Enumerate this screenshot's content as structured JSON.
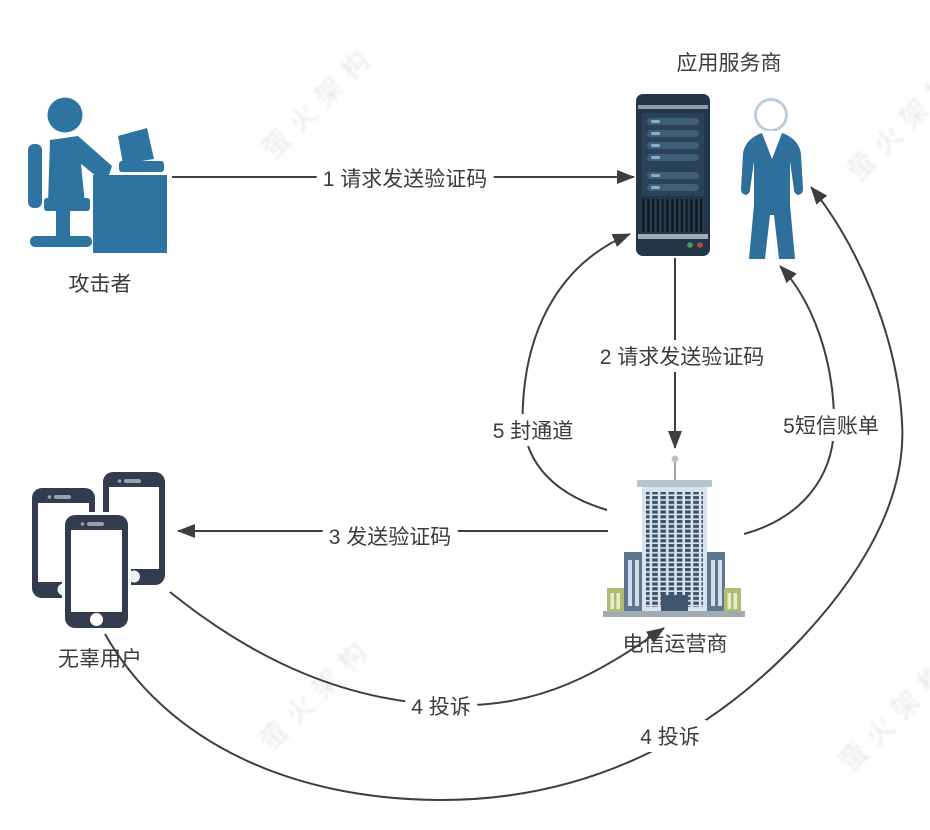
{
  "diagram": {
    "title_hint": "SMS verification code abuse flow",
    "watermark": {
      "text": "萤火架构"
    },
    "nodes": {
      "attacker": {
        "label": "攻击者",
        "icon": "person-at-desk-icon"
      },
      "app_provider": {
        "label": "应用服务商",
        "icon": "server-icon + business-person-icon"
      },
      "telecom": {
        "label": "电信运营商",
        "icon": "office-building-icon"
      },
      "users": {
        "label": "无辜用户",
        "icon": "smartphones-icon"
      }
    },
    "edges": {
      "e1": {
        "label": "1 请求发送验证码",
        "from": "attacker",
        "to": "app_provider"
      },
      "e2": {
        "label": "2 请求发送验证码",
        "from": "app_provider",
        "to": "telecom"
      },
      "e3": {
        "label": "3 发送验证码",
        "from": "telecom",
        "to": "users"
      },
      "e4a": {
        "label": "4 投诉",
        "from": "users",
        "to": "telecom"
      },
      "e4b": {
        "label": "4 投诉",
        "from": "users",
        "to": "app_provider"
      },
      "e5a": {
        "label": "5 封通道",
        "from": "telecom",
        "to": "app_provider"
      },
      "e5b": {
        "label": "5短信账单",
        "from": "telecom",
        "to": "app_provider"
      }
    },
    "colors": {
      "arrow": "#3e3e3e",
      "label_text": "#3c3c3c",
      "icon_blue": "#2e74a1",
      "server_body": "#223648",
      "server_panel": "#2b4157",
      "server_led_green": "#44a054",
      "server_led_red": "#b8444c",
      "building_facade": "#d7e4ee",
      "building_window": "#3e5064",
      "building_wing": "#5e7791",
      "building_annex": "#b0bd6d",
      "phone_frame": "#333c4e",
      "watermark_gray": "#dadada"
    }
  }
}
